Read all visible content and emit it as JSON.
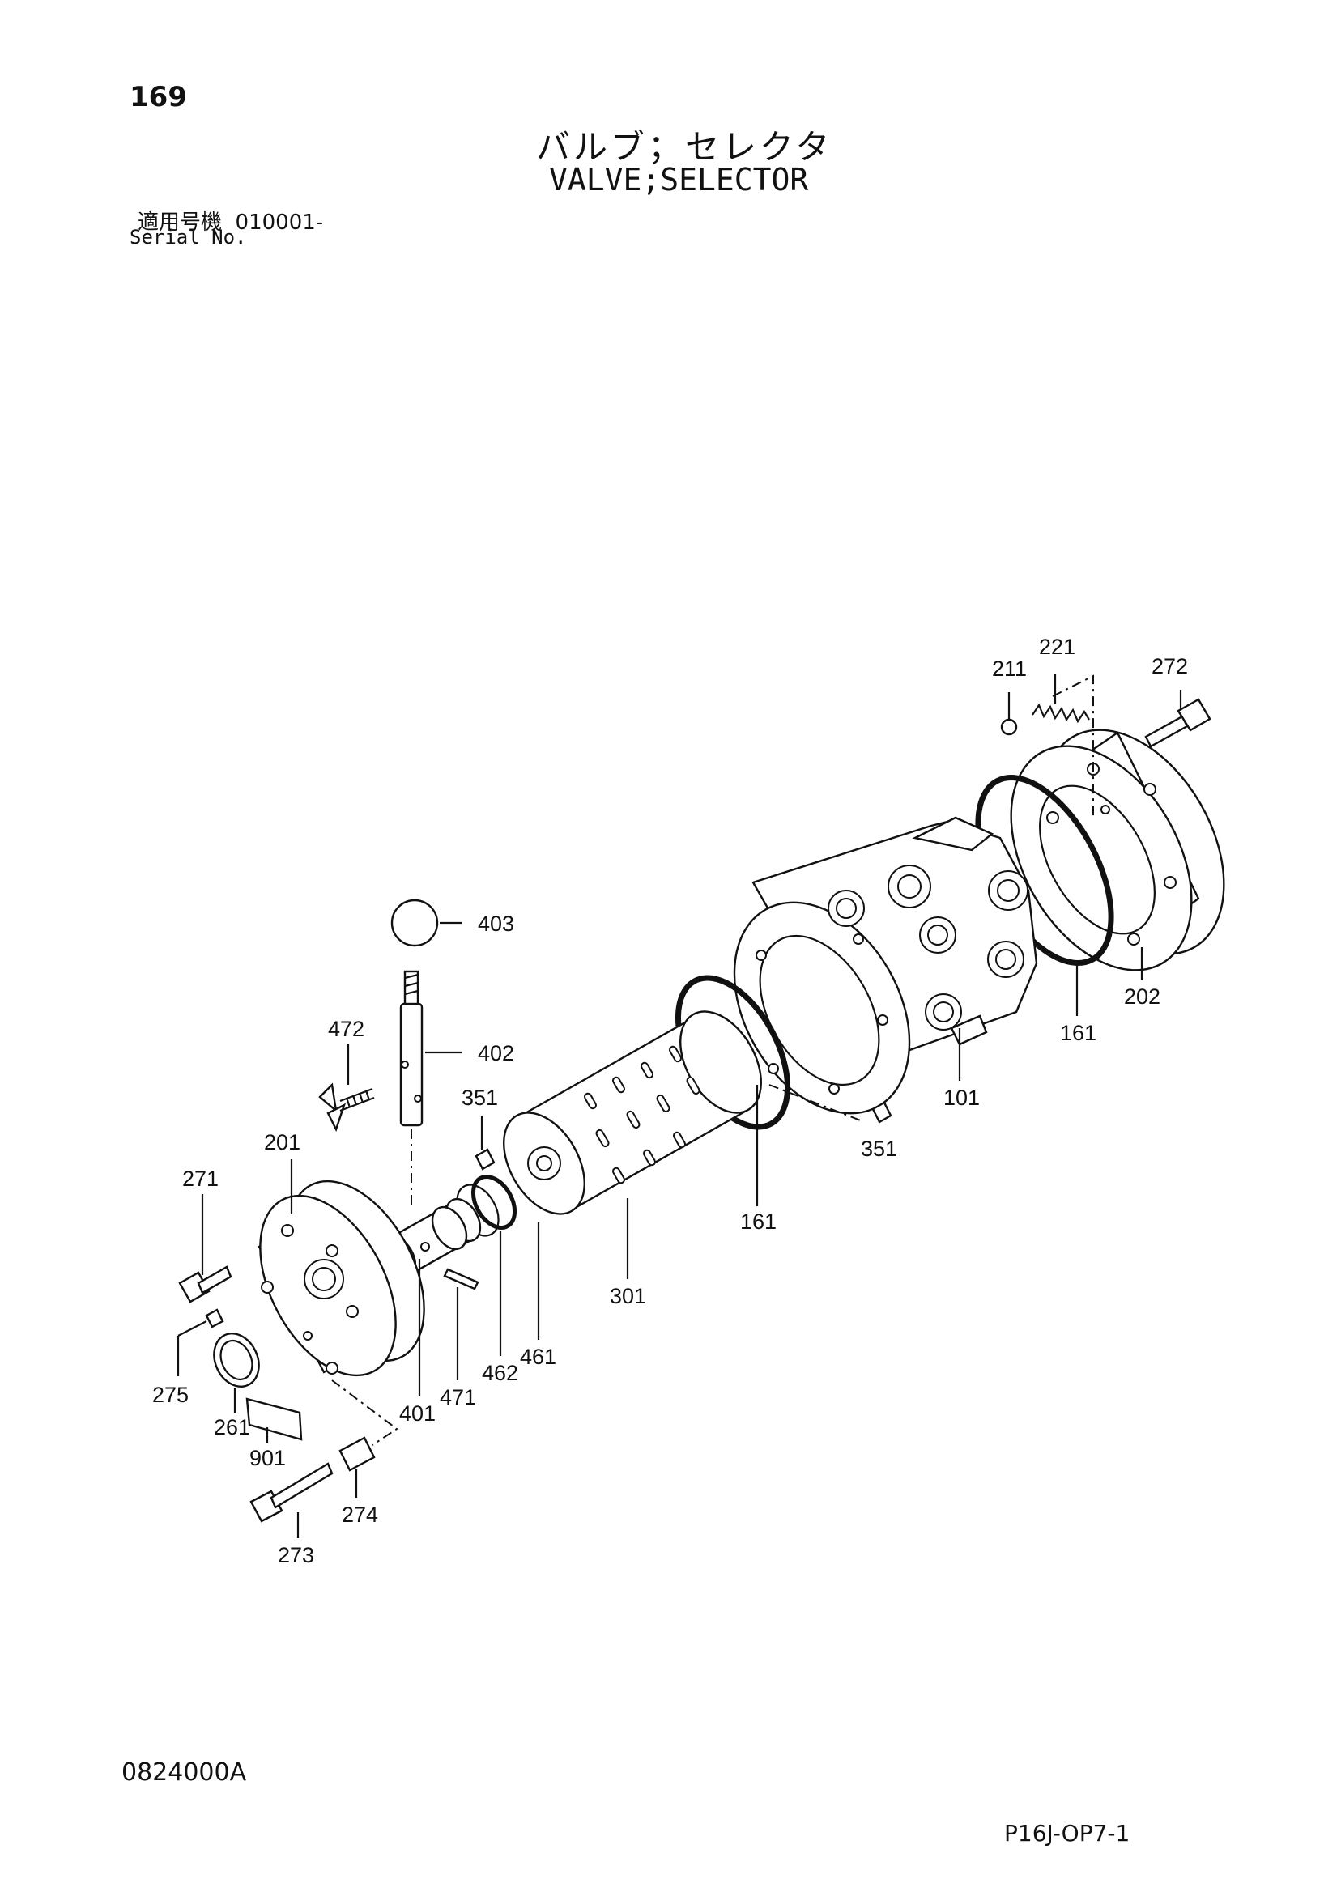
{
  "header": {
    "page_number": "169",
    "title_jp": "バルブ；セレクタ",
    "title_en": "VALVE;SELECTOR",
    "serial_label_jp": "適用号機",
    "serial_value": "010001-",
    "serial_label_en": "Serial No."
  },
  "footer": {
    "doc_code": "0824000A",
    "page_code": "P16J-OP7-1"
  },
  "callouts": [
    "211",
    "221",
    "272",
    "202",
    "161",
    "101",
    "351",
    "161",
    "301",
    "403",
    "402",
    "472",
    "351",
    "201",
    "271",
    "275",
    "261",
    "901",
    "273",
    "274",
    "401",
    "471",
    "462",
    "461"
  ]
}
